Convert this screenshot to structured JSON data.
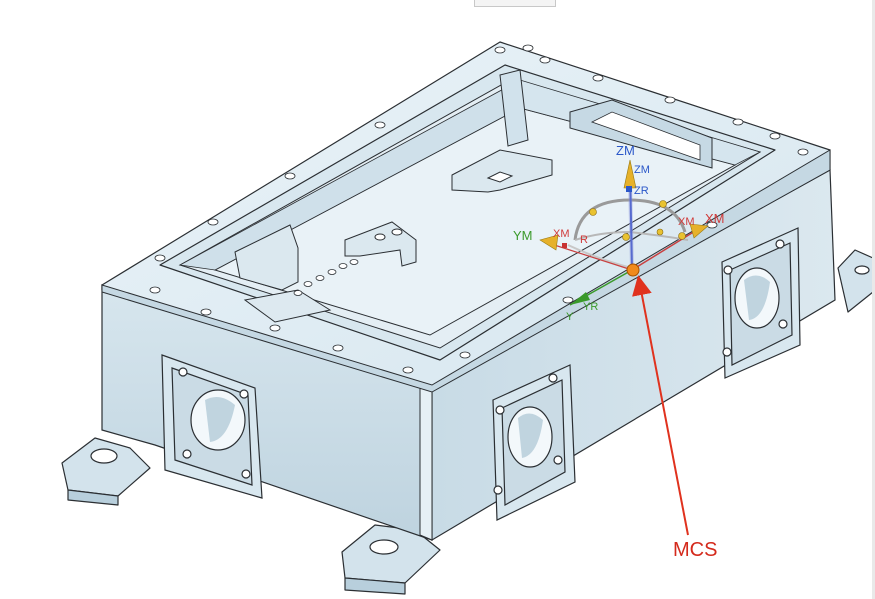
{
  "viewport": {
    "object": "machined-housing-part",
    "colors": {
      "body": "#cfe0ea",
      "top_face": "#e3eef4",
      "edge": "#2b2f33",
      "mcs_arrow": "#e0321e"
    }
  },
  "csys": {
    "labels": {
      "zm_outer": "ZM",
      "zm_inner": "ZM",
      "zr": "ZR",
      "xm_outer": "XM",
      "xm_inner": "XM",
      "xm_left": "XM",
      "r_left": "R",
      "ym": "YM",
      "yr": "YR",
      "y": "Y"
    }
  },
  "callout": {
    "text": "MCS"
  }
}
